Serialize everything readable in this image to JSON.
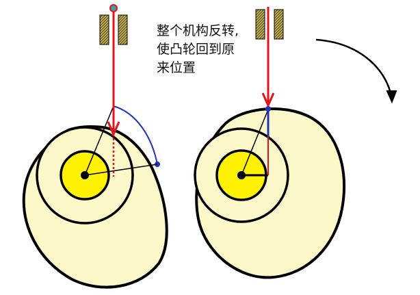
{
  "caption": {
    "lines": [
      "整个机构反转,",
      "使凸轮回到原",
      "来位置"
    ]
  },
  "colors": {
    "cam_fill": "#fcf8c9",
    "hub_fill": "#fff200",
    "stroke": "#000000",
    "follower": "#e8101a",
    "trace": "#2233bb",
    "guide_hatch": "#8a7a2c"
  },
  "icons": {
    "rotation_arrow": "curved-arrow-clockwise",
    "guide_block": "hatched-bearing"
  }
}
